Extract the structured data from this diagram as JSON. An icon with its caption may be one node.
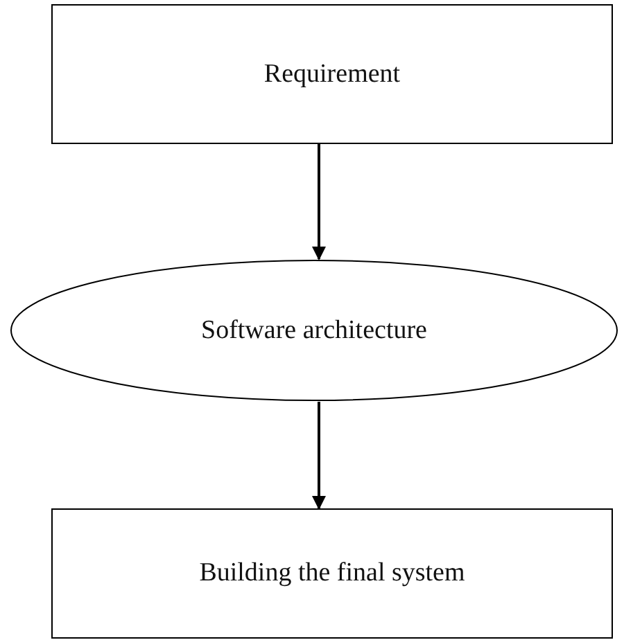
{
  "diagram": {
    "nodes": [
      {
        "text": [
          "Requirement"
        ]
      },
      {
        "text": [
          "Software architecture"
        ]
      },
      {
        "text": [
          "Building the final system"
        ]
      }
    ],
    "edges": [
      {
        "from": 0,
        "to": 1,
        "arrow": "to"
      },
      {
        "from": 1,
        "to": 2,
        "arrow": "to"
      }
    ]
  }
}
